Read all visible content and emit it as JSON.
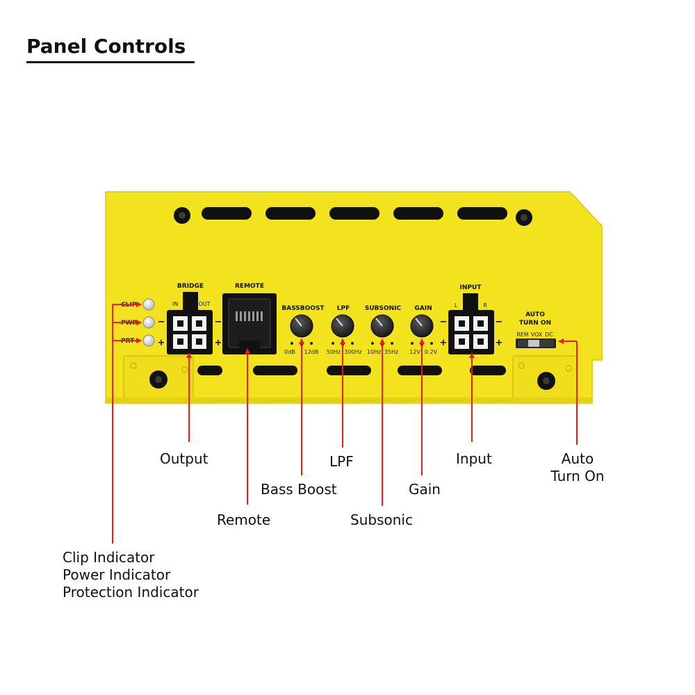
{
  "title": "Panel Controls",
  "colors": {
    "chassis": "#f3e31f",
    "chassis_edge": "#d4c414",
    "accent": "#e01f1f",
    "text": "#111111"
  },
  "panel": {
    "led_labels": [
      "CLIP",
      "PWR",
      "PRT"
    ],
    "bridge": {
      "label": "BRIDGE",
      "in": "IN",
      "out": "OUT",
      "minus": "−",
      "plus": "+"
    },
    "remote_label": "REMOTE",
    "knobs": [
      {
        "label": "BASSBOOST",
        "min": "0dB",
        "max": "12dB"
      },
      {
        "label": "LPF",
        "min": "50Hz",
        "max": "300Hz"
      },
      {
        "label": "SUBSONIC",
        "min": "10Hz",
        "max": "35Hz"
      },
      {
        "label": "GAIN",
        "min": "12V",
        "max": "0.2V"
      }
    ],
    "input": {
      "label": "INPUT",
      "left": "L",
      "right": "R",
      "minus": "−",
      "plus": "+"
    },
    "auto_turn_on": {
      "label_line1": "AUTO",
      "label_line2": "TURN ON",
      "options": [
        "REM",
        "VOX",
        "DC"
      ]
    }
  },
  "callouts": {
    "output": "Output",
    "lpf": "LPF",
    "input": "Input",
    "auto_turn_on": [
      "Auto",
      "Turn On"
    ],
    "bass_boost": "Bass Boost",
    "gain": "Gain",
    "remote": "Remote",
    "subsonic": "Subsonic",
    "indicators": [
      "Clip Indicator",
      "Power Indicator",
      "Protection Indicator"
    ]
  }
}
